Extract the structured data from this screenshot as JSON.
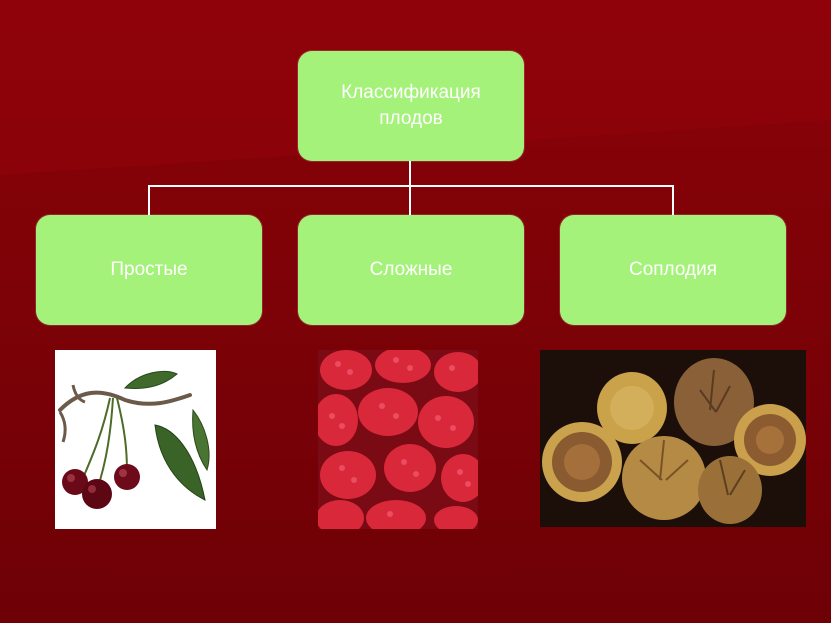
{
  "diagram": {
    "root": {
      "label": "Классификация плодов"
    },
    "children": [
      {
        "label": "Простые"
      },
      {
        "label": "Сложные"
      },
      {
        "label": "Соплодия"
      }
    ]
  },
  "images": [
    {
      "icon": "cherry-branch-illustration"
    },
    {
      "icon": "raspberries-photo"
    },
    {
      "icon": "figs-photo"
    }
  ],
  "colors": {
    "background": "#7a0206",
    "node_fill": "#a5f27a",
    "node_text": "#ffffff",
    "connector": "#ffffff"
  }
}
